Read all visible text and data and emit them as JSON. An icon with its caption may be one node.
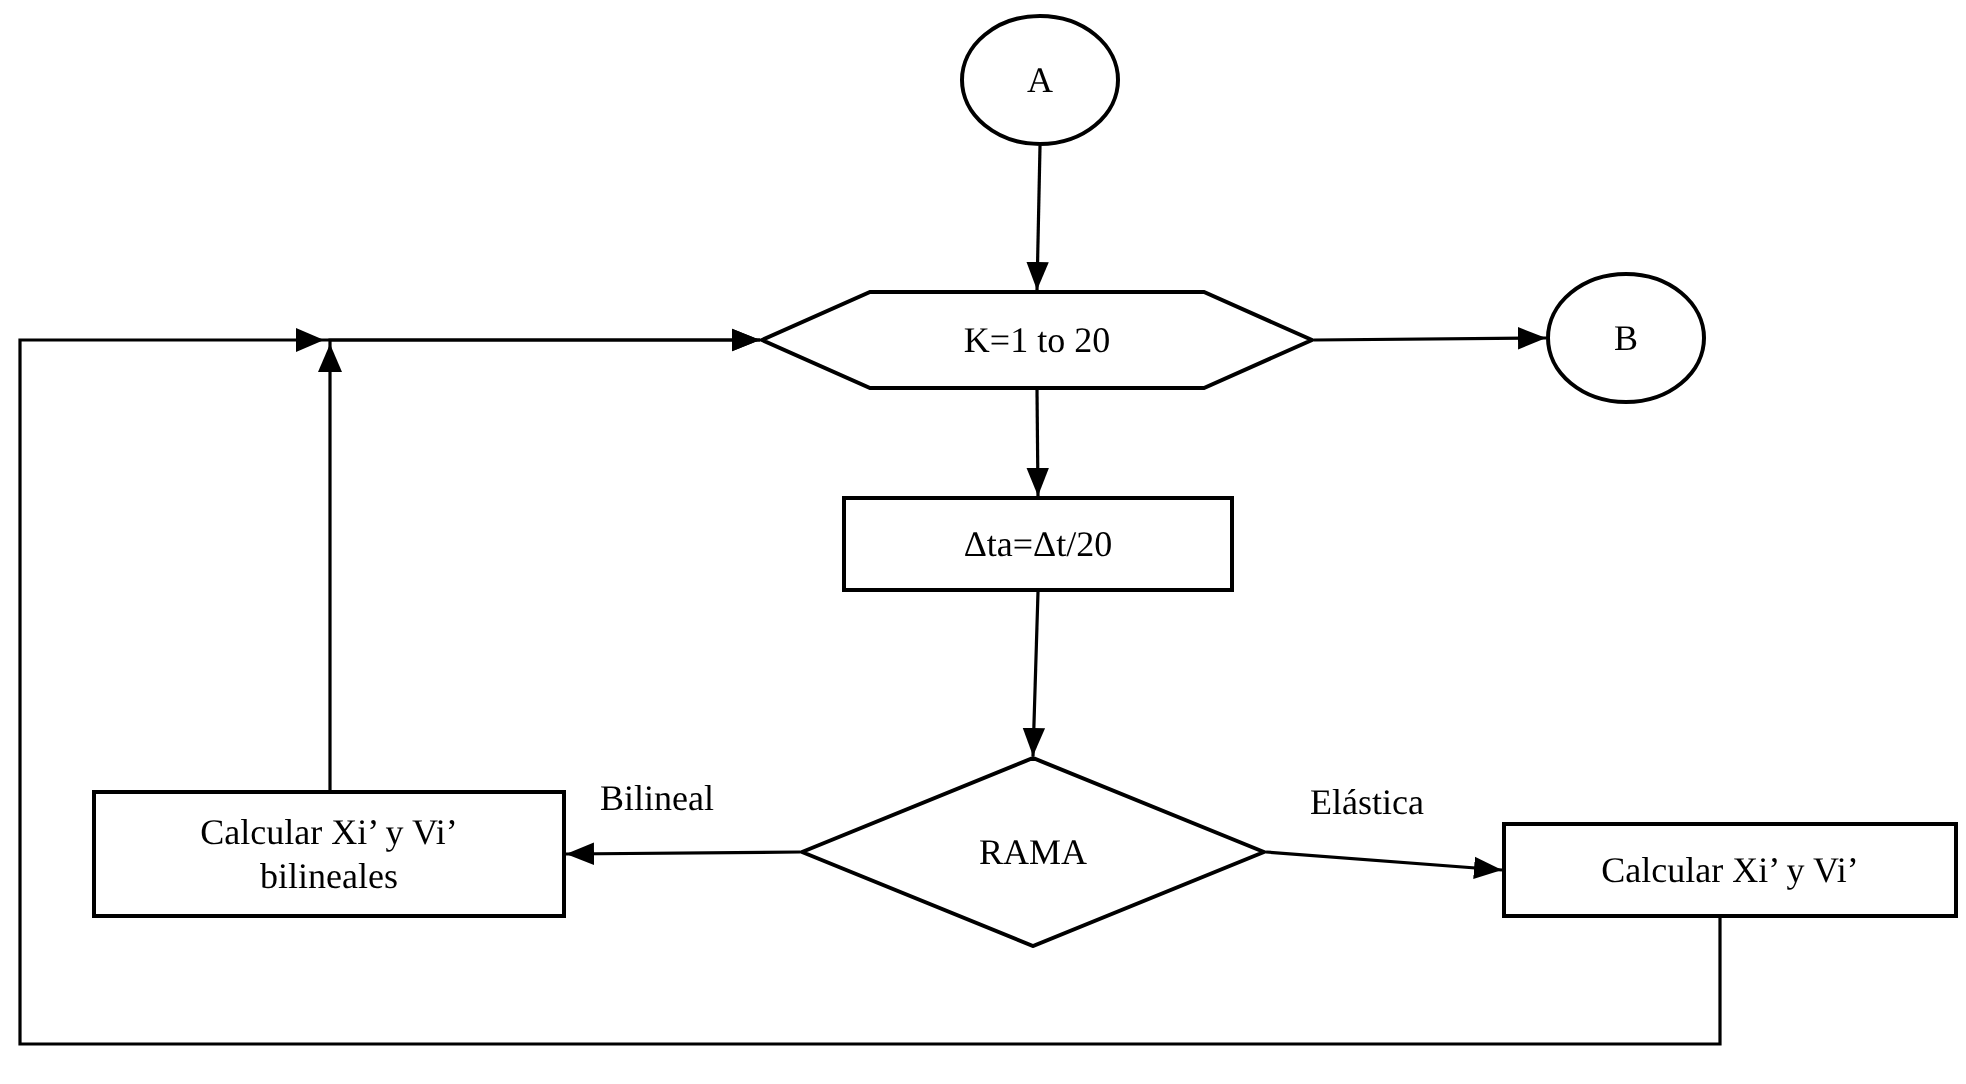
{
  "diagram": {
    "nodes": [
      {
        "text": [
          "A"
        ]
      },
      {
        "text": [
          "K=1 to 20"
        ]
      },
      {
        "text": [
          "B"
        ]
      },
      {
        "text": [
          "Δta=Δt/20"
        ]
      },
      {
        "text": [
          "RAMA"
        ]
      },
      {
        "text": [
          "Calcular Xi’ y Vi’ bilineales"
        ]
      },
      {
        "text": [
          "Calcular Xi’ y Vi’"
        ]
      }
    ],
    "edges": [
      {
        "from": 0,
        "to": 1,
        "arrow": "to"
      },
      {
        "from": 1,
        "to": 2,
        "arrow": "to"
      },
      {
        "from": 1,
        "to": 3,
        "arrow": "to"
      },
      {
        "from": 3,
        "to": 4,
        "arrow": "to"
      },
      {
        "from": 4,
        "to": 5,
        "arrow": "to",
        "label": "Bilineal"
      },
      {
        "from": 4,
        "to": 6,
        "arrow": "to",
        "label": "Elástica"
      },
      {
        "from": 5,
        "to": 1,
        "arrow": "to"
      },
      {
        "from": 6,
        "to": 1,
        "arrow": "to"
      }
    ]
  }
}
